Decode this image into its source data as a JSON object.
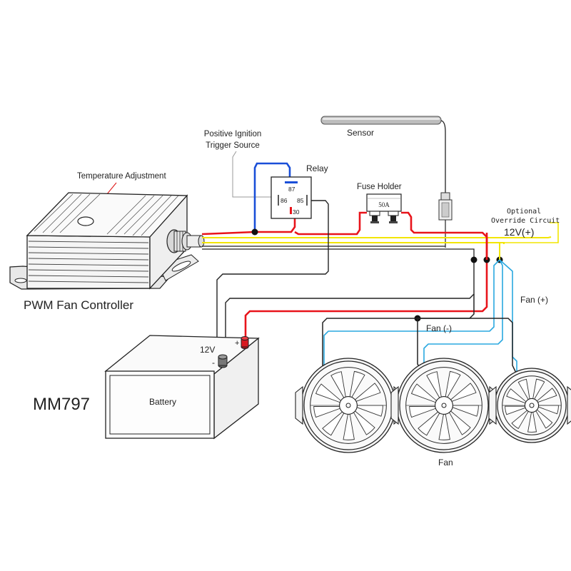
{
  "labels": {
    "sensor": "Sensor",
    "positive_ignition": "Positive Ignition",
    "trigger_source": "Trigger Source",
    "relay": "Relay",
    "fuse_holder": "Fuse Holder",
    "fuse_rating": "50A",
    "temperature_adjustment": "Temperature Adjustment",
    "optional": "Optional",
    "override_circuit": "Override Circuit",
    "override_voltage": "12V(+)",
    "controller": "PWM Fan Controller",
    "fan_positive": "Fan (+)",
    "fan_negative": "Fan (-)",
    "battery_voltage": "12V",
    "battery": "Battery",
    "model": "MM797",
    "fan": "Fan",
    "plus": "+",
    "minus": "-"
  },
  "relay_pins": {
    "pin87": "87",
    "pin86": "86",
    "pin85": "85",
    "pin30": "30"
  },
  "colors": {
    "positive_wire": "#e8141b",
    "signal_wire": "#f2e600",
    "ignition_wire": "#1a4fd8",
    "fan_positive_wire": "#2aa8e0",
    "ground_wire": "#111111",
    "sensor_wire": "#222222",
    "callout_line": "#999999"
  }
}
